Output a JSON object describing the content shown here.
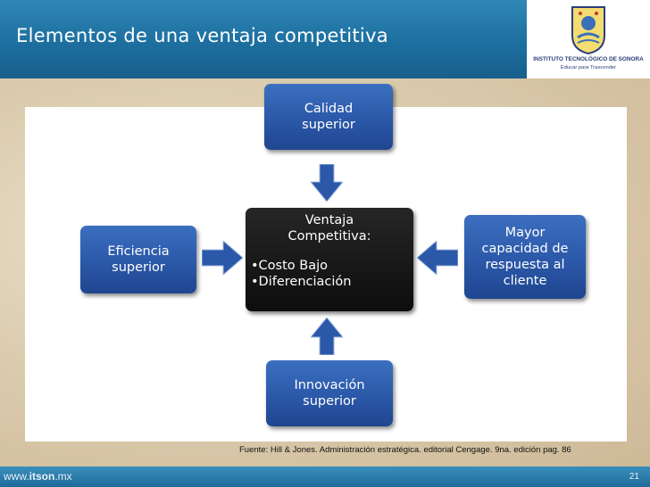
{
  "slide": {
    "title": "Elementos de una ventaja competitiva",
    "page_number": "21",
    "source_note": "Fuente: Hill & Jones. Administración estratégica. editorial Cengage. 9na. edición pag. 86"
  },
  "logo": {
    "org_name": "INSTITUTO TECNOLÓGICO DE SONORA",
    "motto": "Educar para Trascender"
  },
  "footer": {
    "site_prefix": "www.",
    "site_brand": "itson",
    "site_suffix": ".mx"
  },
  "diagram": {
    "top": {
      "line1": "Calidad",
      "line2": "superior"
    },
    "left": {
      "line1": "Eficiencia",
      "line2": "superior"
    },
    "right": {
      "line1": "Mayor",
      "line2": "capacidad de",
      "line3": "respuesta al",
      "line4": "cliente"
    },
    "bottom": {
      "line1": "Innovación",
      "line2": "superior"
    },
    "center": {
      "heading1": "Ventaja",
      "heading2": "Competitiva:",
      "bullet1": "•Costo Bajo",
      "bullet2": "•Diferenciación"
    }
  },
  "colors": {
    "header_blue": "#1d6f9f",
    "box_blue": "#2b58a8",
    "center_black": "#111111",
    "arrow_blue": "#2b58a8"
  }
}
